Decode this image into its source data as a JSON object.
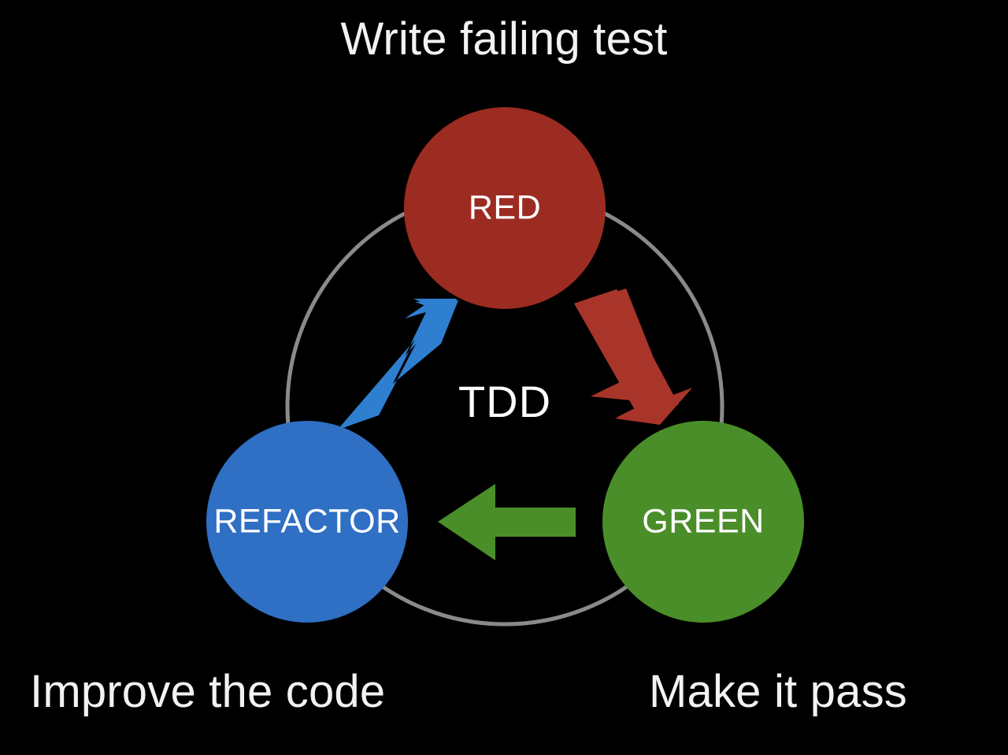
{
  "diagram": {
    "title": "Write failing test",
    "center_label": "TDD",
    "background_color": "#000000",
    "ring": {
      "color": "#8a8a8a",
      "stroke_width": 5
    },
    "nodes": [
      {
        "id": "red",
        "label": "RED",
        "color": "#9c2b22",
        "caption": "Write failing test",
        "caption_position": "top"
      },
      {
        "id": "green",
        "label": "GREEN",
        "color": "#4a8e29",
        "caption": "Make it pass",
        "caption_position": "bottom-right"
      },
      {
        "id": "refactor",
        "label": "REFACTOR",
        "color": "#2f6fc4",
        "caption": "Improve the code",
        "caption_position": "bottom-left"
      }
    ],
    "arrows": [
      {
        "id": "red-to-green",
        "from": "red",
        "to": "green",
        "color": "#a8342a",
        "direction": "down-right"
      },
      {
        "id": "green-to-refactor",
        "from": "green",
        "to": "refactor",
        "color": "#4a8e29",
        "direction": "left"
      },
      {
        "id": "refactor-to-red",
        "from": "refactor",
        "to": "red",
        "color": "#2f7fd0",
        "direction": "up-right"
      }
    ],
    "captions": {
      "top": "Write failing test",
      "bottom_left": "Improve the code",
      "bottom_right": "Make it pass"
    }
  }
}
